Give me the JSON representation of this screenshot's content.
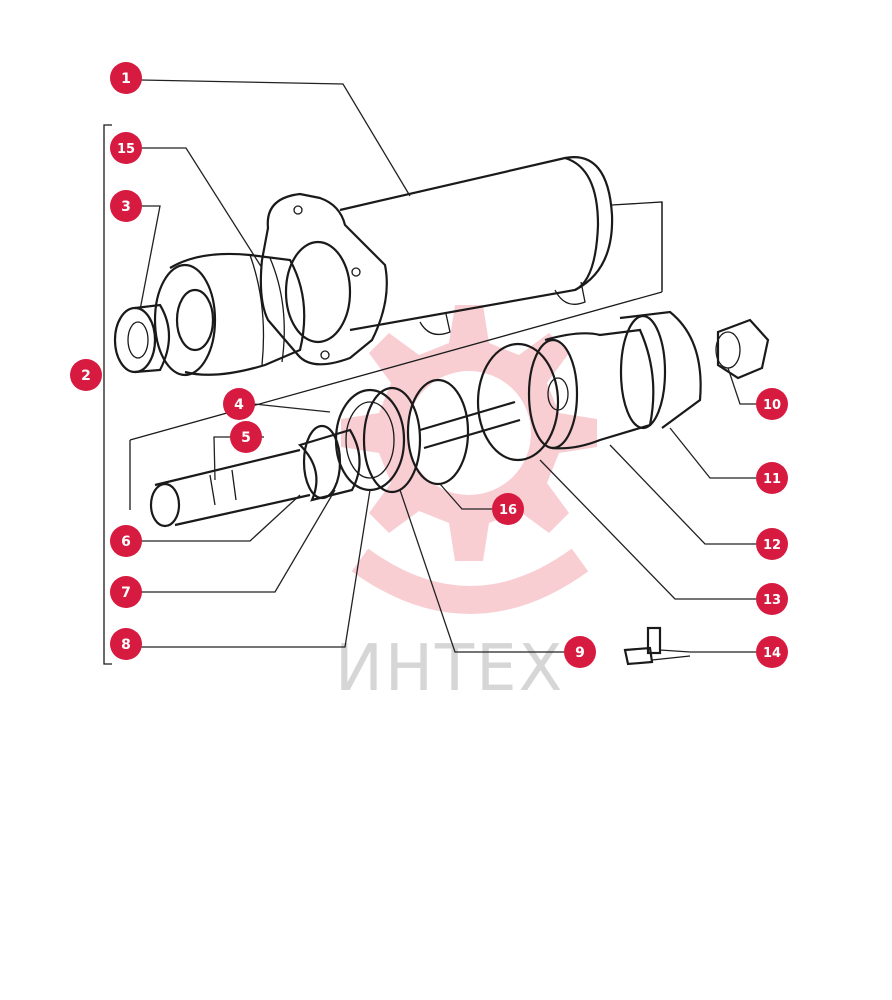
{
  "watermark": {
    "text": "ИНТЕХ"
  },
  "colors": {
    "callout": "#d71a3f",
    "ink": "#1a1a1a",
    "watermark_gear": "#f7c6cc",
    "watermark_text": "#d6d6d6"
  },
  "callouts": [
    {
      "id": "1",
      "label": "1"
    },
    {
      "id": "2",
      "label": "2"
    },
    {
      "id": "3",
      "label": "3"
    },
    {
      "id": "4",
      "label": "4"
    },
    {
      "id": "5",
      "label": "5"
    },
    {
      "id": "6",
      "label": "6"
    },
    {
      "id": "7",
      "label": "7"
    },
    {
      "id": "8",
      "label": "8"
    },
    {
      "id": "9",
      "label": "9"
    },
    {
      "id": "10",
      "label": "10"
    },
    {
      "id": "11",
      "label": "11"
    },
    {
      "id": "12",
      "label": "12"
    },
    {
      "id": "13",
      "label": "13"
    },
    {
      "id": "14",
      "label": "14"
    },
    {
      "id": "15",
      "label": "15"
    },
    {
      "id": "16",
      "label": "16"
    }
  ]
}
